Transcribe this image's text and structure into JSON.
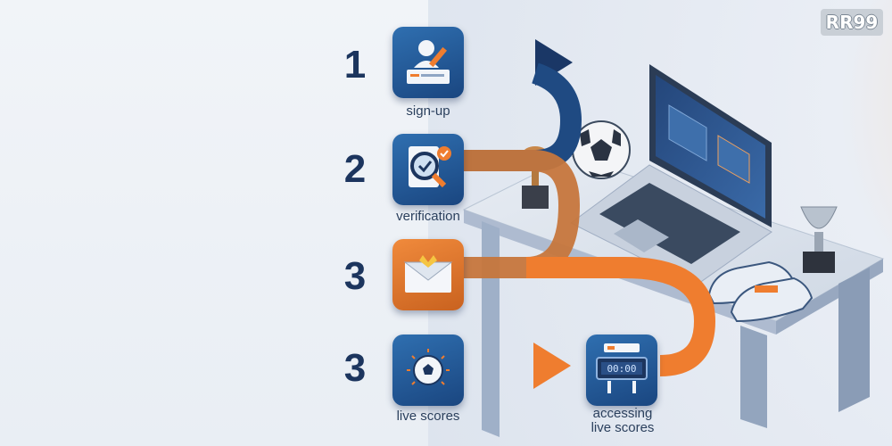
{
  "brand": {
    "logo_text": "RR99"
  },
  "steps": [
    {
      "number": "1",
      "label": "sign-up",
      "icon": "user-form-icon",
      "color": "#1f5596"
    },
    {
      "number": "2",
      "label": "verification",
      "icon": "magnifier-check-icon",
      "color": "#1f5596"
    },
    {
      "number": "3",
      "label": "",
      "icon": "email-icon",
      "color": "#e5782f"
    },
    {
      "number": "3",
      "label": "live scores",
      "icon": "soccer-ball-icon",
      "color": "#1f5596"
    }
  ],
  "destination": {
    "label_line1": "accessing",
    "label_line2": "live scores",
    "icon": "scoreboard-icon"
  },
  "colors": {
    "navy": "#1c355e",
    "orange": "#ef7d2f",
    "blue": "#2a65a8"
  }
}
